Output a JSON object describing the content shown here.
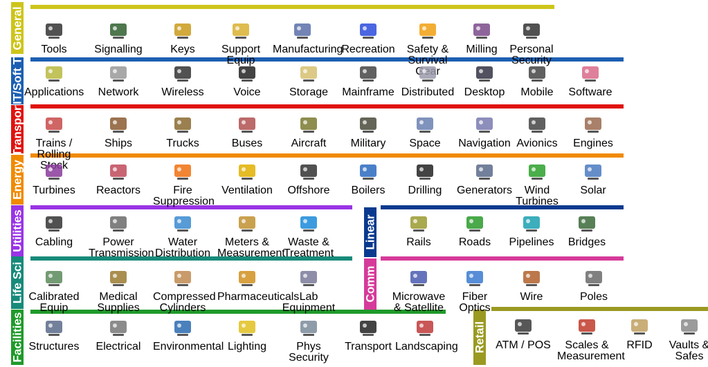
{
  "colors": {
    "general": "#cdc51a",
    "it": "#1c5fb2",
    "transport": "#e0120f",
    "energy": "#f08a00",
    "utilities": "#9934e6",
    "linear": "#0a3a8f",
    "life": "#178a7a",
    "comm": "#d63a9a",
    "facilities": "#1f9a2a",
    "retail": "#9a9a22"
  },
  "sections": {
    "general": "General",
    "it": "IT/Soft T",
    "transport": "Transport",
    "energy": "Energy",
    "utilities": "Utilities",
    "linear": "Linear",
    "life": "Life Sci",
    "comm": "Comm",
    "facilities": "Facilities",
    "retail": "Retail"
  },
  "rows": {
    "general": [
      {
        "label": "Tools",
        "icon": "drill-press-icon",
        "color": "#333333"
      },
      {
        "label": "Signalling",
        "icon": "traffic-light-icon",
        "color": "#2f5f2f"
      },
      {
        "label": "Keys",
        "icon": "key-icon",
        "color": "#c99a1a"
      },
      {
        "label": "Support Equip",
        "icon": "forklift-icon",
        "color": "#d8b030"
      },
      {
        "label": "Manufacturing",
        "icon": "robot-arm-icon",
        "color": "#5a6ea8"
      },
      {
        "label": "Recreation",
        "icon": "roller-coaster-icon",
        "color": "#2b4bdc"
      },
      {
        "label": "Safety & Survival Gear",
        "icon": "hard-hat-icon",
        "color": "#f0a010"
      },
      {
        "label": "Milling",
        "icon": "milling-machine-icon",
        "color": "#7a4a8a"
      },
      {
        "label": "Personal Security",
        "icon": "id-badge-icon",
        "color": "#333333"
      }
    ],
    "it": [
      {
        "label": "Applications",
        "icon": "applications-icon",
        "color": "#b8b840"
      },
      {
        "label": "Network",
        "icon": "cloud-icon",
        "color": "#999999"
      },
      {
        "label": "Wireless",
        "icon": "antenna-tower-icon",
        "color": "#333333"
      },
      {
        "label": "Voice",
        "icon": "telephone-icon",
        "color": "#222222"
      },
      {
        "label": "Storage",
        "icon": "storage-disks-icon",
        "color": "#d6c070"
      },
      {
        "label": "Mainframe",
        "icon": "mainframe-icon",
        "color": "#444444"
      },
      {
        "label": "Distributed",
        "icon": "server-tower-icon",
        "color": "#9a9aaa"
      },
      {
        "label": "Desktop",
        "icon": "laptop-icon",
        "color": "#333344"
      },
      {
        "label": "Mobile",
        "icon": "mobile-phone-icon",
        "color": "#444444"
      },
      {
        "label": "Software",
        "icon": "cd-disc-icon",
        "color": "#d86a8a"
      }
    ],
    "transport": [
      {
        "label": "Trains / Rolling Stock",
        "icon": "train-icon",
        "color": "#c84a4a"
      },
      {
        "label": "Ships",
        "icon": "ship-icon",
        "color": "#8a5a30"
      },
      {
        "label": "Trucks",
        "icon": "truck-icon",
        "color": "#8a6a30"
      },
      {
        "label": "Buses",
        "icon": "bus-icon",
        "color": "#b05050"
      },
      {
        "label": "Aircraft",
        "icon": "aircraft-icon",
        "color": "#7a7a30"
      },
      {
        "label": "Military",
        "icon": "tank-icon",
        "color": "#4a4a3a"
      },
      {
        "label": "Space",
        "icon": "satellite-icon",
        "color": "#6a80b0"
      },
      {
        "label": "Navigation",
        "icon": "ships-wheel-icon",
        "color": "#7a7ab0"
      },
      {
        "label": "Avionics",
        "icon": "gauge-icon",
        "color": "#444444"
      },
      {
        "label": "Engines",
        "icon": "engine-icon",
        "color": "#9a6a50"
      }
    ],
    "energy": [
      {
        "label": "Turbines",
        "icon": "turbine-icon",
        "color": "#8a3a9a"
      },
      {
        "label": "Reactors",
        "icon": "atom-icon",
        "color": "#c04a5a"
      },
      {
        "label": "Fire Suppression",
        "icon": "flame-icon",
        "color": "#f07010"
      },
      {
        "label": "Ventilation",
        "icon": "vent-warning-icon",
        "color": "#e0b000"
      },
      {
        "label": "Offshore",
        "icon": "oil-rig-icon",
        "color": "#333333"
      },
      {
        "label": "Boilers",
        "icon": "boiler-tank-icon",
        "color": "#2a6ac0"
      },
      {
        "label": "Drilling",
        "icon": "oil-pump-icon",
        "color": "#222222"
      },
      {
        "label": "Generators",
        "icon": "generator-icon",
        "color": "#5a6a8a"
      },
      {
        "label": "Wind Turbines",
        "icon": "wind-turbine-icon",
        "color": "#2aa02a"
      },
      {
        "label": "Solar",
        "icon": "solar-panel-icon",
        "color": "#4a7ac0"
      }
    ],
    "utilities": [
      {
        "label": "Cabling",
        "icon": "cable-spool-icon",
        "color": "#333333"
      },
      {
        "label": "Power Transmission",
        "icon": "power-pylon-icon",
        "color": "#6a6a6a"
      },
      {
        "label": "Water Distribution",
        "icon": "fire-hydrant-icon",
        "color": "#3a8ad0"
      },
      {
        "label": "Meters & Measurement",
        "icon": "meter-icon",
        "color": "#c09030"
      },
      {
        "label": "Waste & Treatment",
        "icon": "waste-treatment-icon",
        "color": "#1a8ad8"
      }
    ],
    "linear": [
      {
        "label": "Rails",
        "icon": "rail-track-icon",
        "color": "#9a9a30"
      },
      {
        "label": "Roads",
        "icon": "intersection-icon",
        "color": "#2a9a2a"
      },
      {
        "label": "Pipelines",
        "icon": "pipeline-icon",
        "color": "#1aa0b0"
      },
      {
        "label": "Bridges",
        "icon": "bridge-icon",
        "color": "#3a6a3a"
      }
    ],
    "life": [
      {
        "label": "Calibrated Equip",
        "icon": "calibrated-device-icon",
        "color": "#5a8a5a"
      },
      {
        "label": "Medical Supplies",
        "icon": "caduceus-icon",
        "color": "#9a7a30"
      },
      {
        "label": "Compressed Cylinders",
        "icon": "gas-cylinder-icon",
        "color": "#c08a50"
      },
      {
        "label": "Pharmaceuticals",
        "icon": "pill-bottle-icon",
        "color": "#d09020"
      },
      {
        "label": "Lab Equipment",
        "icon": "microscope-icon",
        "color": "#7a7a9a"
      }
    ],
    "comm": [
      {
        "label": "Microwave & Satellite",
        "icon": "satellite-dish-icon",
        "color": "#4a5ab0"
      },
      {
        "label": "Fiber Optics",
        "icon": "fiber-optic-icon",
        "color": "#3a7ad0"
      },
      {
        "label": "Wire",
        "icon": "wire-coil-icon",
        "color": "#b0602a"
      },
      {
        "label": "Poles",
        "icon": "utility-pole-icon",
        "color": "#6a6a6a"
      }
    ],
    "facilities": [
      {
        "label": "Structures",
        "icon": "building-icon",
        "color": "#5a6a8a"
      },
      {
        "label": "Electrical",
        "icon": "outlet-icon",
        "color": "#777777"
      },
      {
        "label": "Environmental",
        "icon": "snowflake-icon",
        "color": "#2a6ab0"
      },
      {
        "label": "Lighting",
        "icon": "light-bulb-icon",
        "color": "#e0c020"
      },
      {
        "label": "Phys Security",
        "icon": "security-camera-icon",
        "color": "#7a8a9a"
      },
      {
        "label": "Transport",
        "icon": "elevator-icon",
        "color": "#222222"
      },
      {
        "label": "Landscaping",
        "icon": "wheelbarrow-icon",
        "color": "#c03a3a"
      }
    ],
    "retail": [
      {
        "label": "ATM / POS",
        "icon": "atm-icon",
        "color": "#3a3a3a"
      },
      {
        "label": "Scales & Measurement",
        "icon": "balance-scale-icon",
        "color": "#c03a2a"
      },
      {
        "label": "RFID",
        "icon": "rfid-tag-icon",
        "color": "#c0a060"
      },
      {
        "label": "Vaults & Safes",
        "icon": "vault-icon",
        "color": "#8a8a8a"
      }
    ]
  }
}
